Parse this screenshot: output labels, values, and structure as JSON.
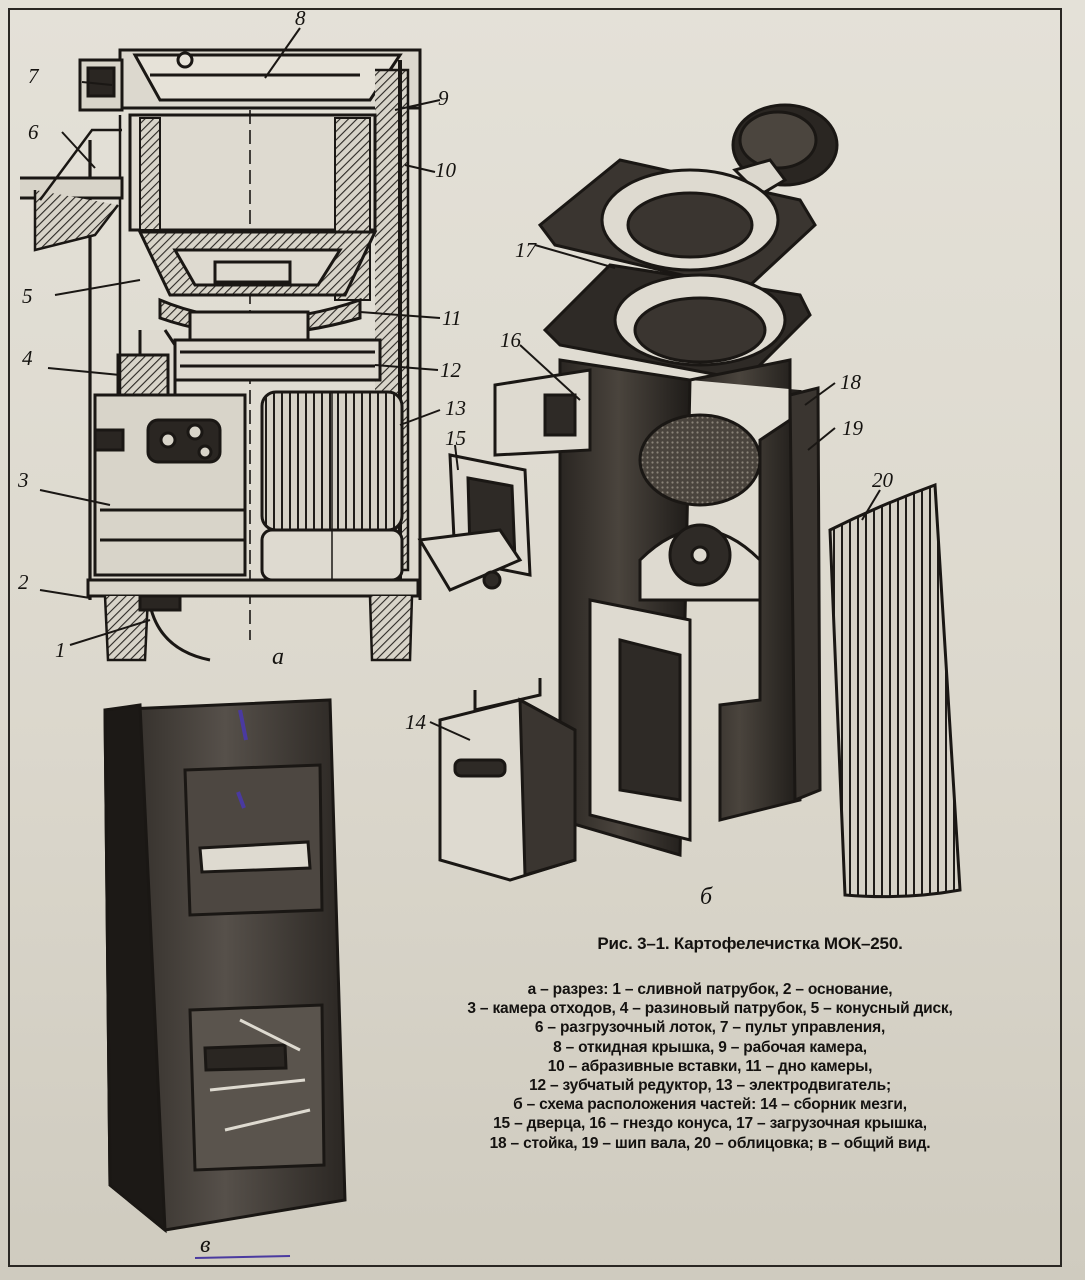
{
  "figure": {
    "title": "Рис. 3–1. Картофелечистка МОК–250.",
    "caption_lines": [
      "а – разрез: 1 – сливной патрубок, 2 – основание,",
      "3 – камера отходов, 4 – разиновый патрубок, 5 – конусный диск,",
      "6 – разгрузочный лоток, 7 – пульт управления,",
      "8 – откидная крышка, 9 – рабочая камера,",
      "10 – абразивные вставки, 11 – дно камеры,",
      "12 – зубчатый редуктор, 13 – электродвигатель;",
      "б – схема расположения частей: 14 – сборник мезги,",
      "15 – дверца, 16 – гнездо конуса, 17 – загрузочная крышка,",
      "18 – стойка, 19 – шип вала, 20 – облицовка; в – общий вид."
    ],
    "view_letters": {
      "a": "а",
      "b": "б",
      "v": "в"
    },
    "part_numbers": [
      "1",
      "2",
      "3",
      "4",
      "5",
      "6",
      "7",
      "8",
      "9",
      "10",
      "11",
      "12",
      "13",
      "14",
      "15",
      "16",
      "17",
      "18",
      "19",
      "20"
    ]
  },
  "colors": {
    "ink": "#1a1714",
    "paper": "#dedad0",
    "shade": "#3a3530"
  }
}
